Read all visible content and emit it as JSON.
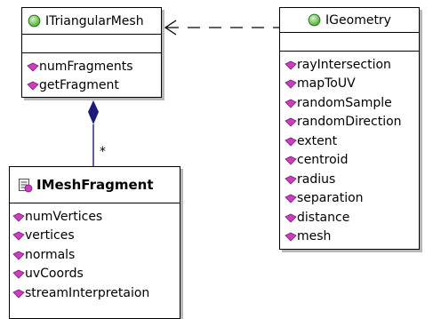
{
  "colors": {
    "member_marker": "#c93fc0",
    "composition_line": "#1d1b7a",
    "interface_icon": "#4cae33"
  },
  "icons": {
    "interface": "interface-circle-icon",
    "class": "class-box-icon",
    "member": "method-diamond-icon"
  },
  "classes": {
    "triangular_mesh": {
      "name": "ITriangularMesh",
      "members": [
        "numFragments",
        "getFragment"
      ]
    },
    "geometry": {
      "name": "IGeometry",
      "members": [
        "rayIntersection",
        "mapToUV",
        "randomSample",
        "randomDirection",
        "extent",
        "centroid",
        "radius",
        "separation",
        "distance",
        "mesh"
      ]
    },
    "mesh_fragment": {
      "name": "IMeshFragment",
      "members": [
        "numVertices",
        "vertices",
        "normals",
        "uvCoords",
        "streamInterpretaion"
      ]
    }
  },
  "relations": {
    "composition_multiplicity": "*"
  }
}
